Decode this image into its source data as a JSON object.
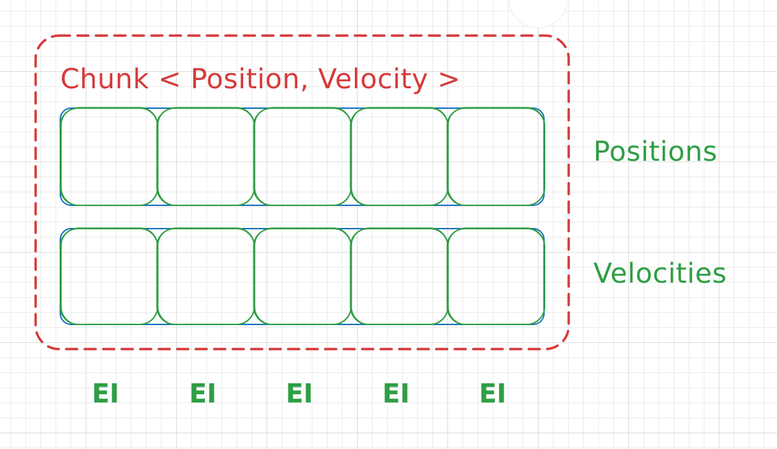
{
  "diagram": {
    "chunk_title": "Chunk < Position, Velocity >",
    "rows": [
      {
        "label": "Positions",
        "cells": 5
      },
      {
        "label": "Velocities",
        "cells": 5
      }
    ],
    "entity_labels": [
      "EI",
      "EI",
      "EI",
      "EI",
      "EI"
    ],
    "colors": {
      "chunk_border": "#d63a3a",
      "cell_stroke": "#2f9e44",
      "row_underline": "#1971c2",
      "text_green": "#2f9e44",
      "text_red": "#d63a3a"
    }
  }
}
